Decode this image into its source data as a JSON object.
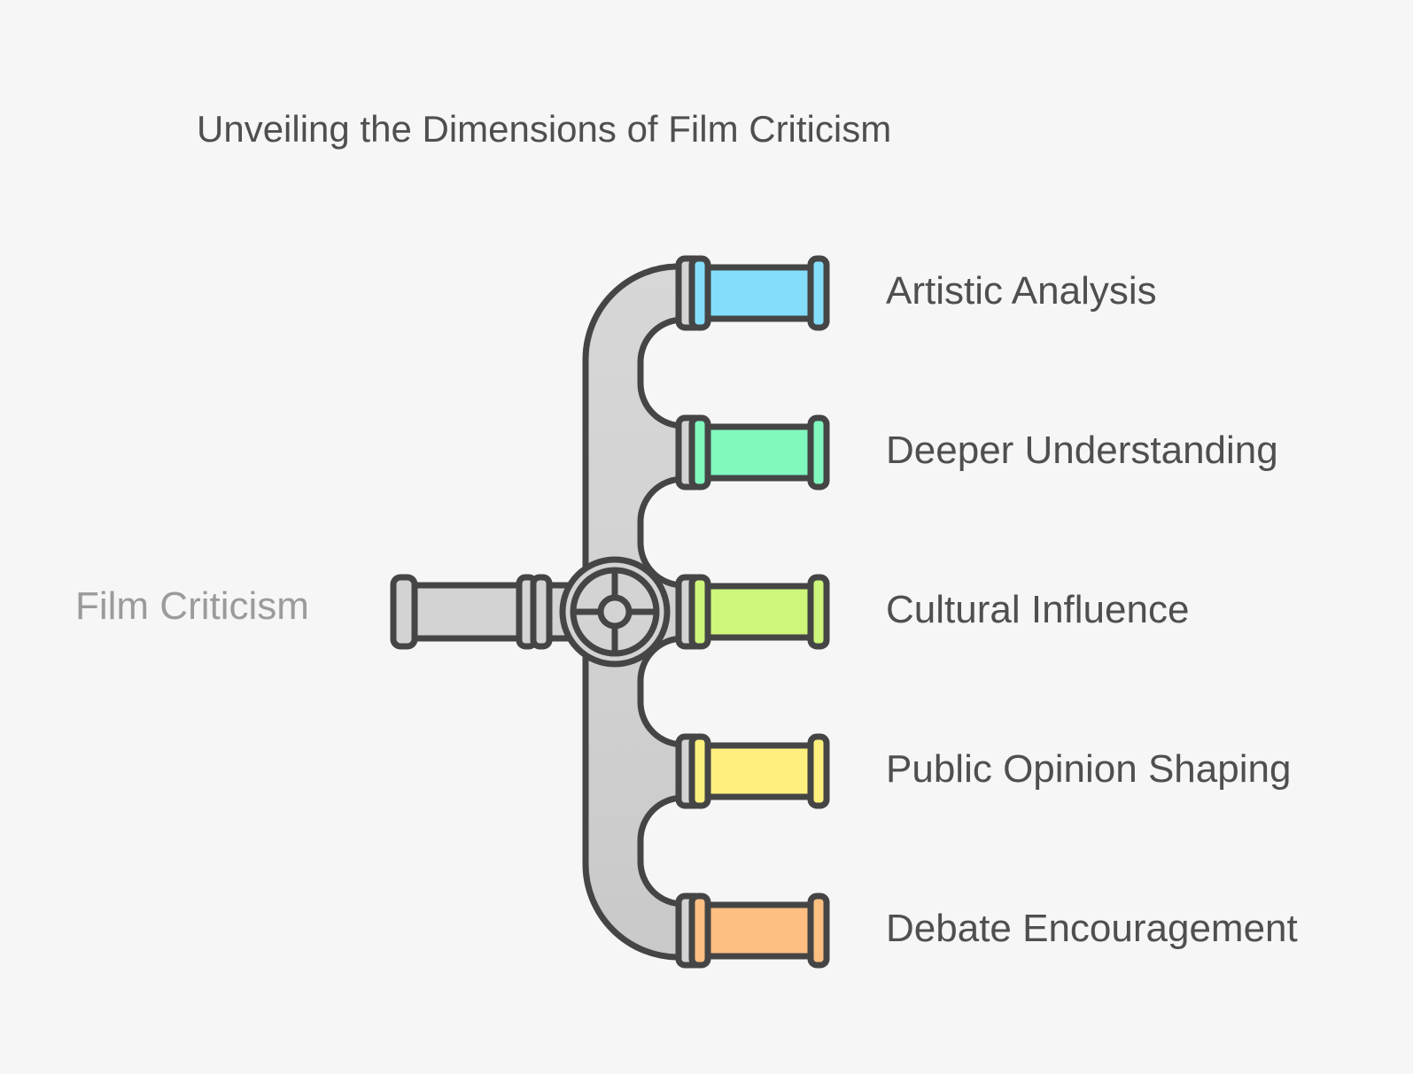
{
  "title": "Unveiling the Dimensions of Film Criticism",
  "source": {
    "label": "Film Criticism"
  },
  "branches": [
    {
      "label": "Artistic Analysis",
      "color": "#84defb"
    },
    {
      "label": "Deeper Understanding",
      "color": "#80f8be"
    },
    {
      "label": "Cultural Influence",
      "color": "#cdf67a"
    },
    {
      "label": "Public Opinion Shaping",
      "color": "#fdf07e"
    },
    {
      "label": "Debate Encouragement",
      "color": "#fdbf82"
    }
  ],
  "colors": {
    "background": "#f6f6f7",
    "pipe_gray": "#d3d3d3",
    "outline": "#454545",
    "title_text": "#4f4f4f",
    "label_text": "#4f4f4f",
    "source_text": "#9b9b9b"
  }
}
